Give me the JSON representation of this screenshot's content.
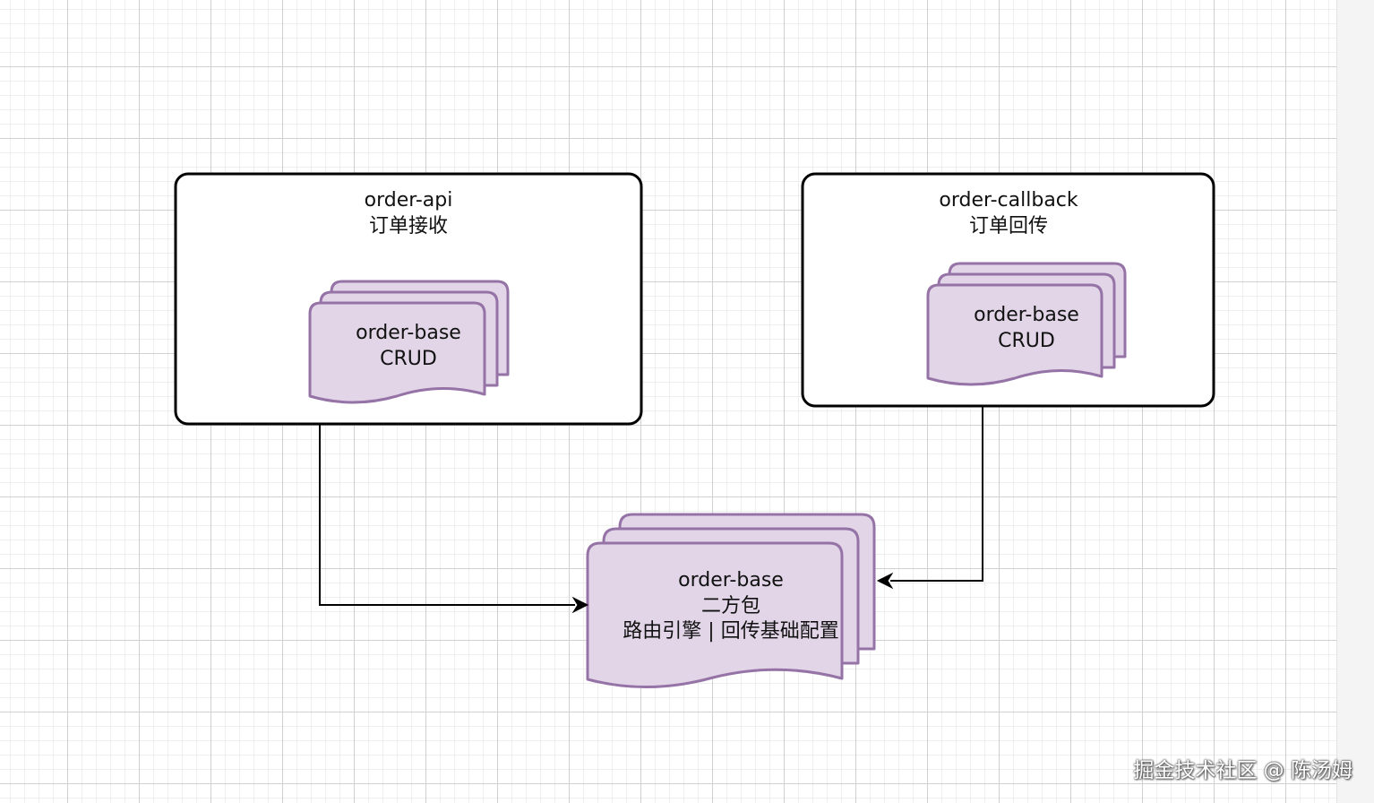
{
  "nodes": {
    "order_api": {
      "name": "order-api",
      "desc": "订单接收",
      "inner": {
        "name": "order-base",
        "desc": "CRUD"
      }
    },
    "order_callback": {
      "name": "order-callback",
      "desc": "订单回传",
      "inner": {
        "name": "order-base",
        "desc": "CRUD"
      }
    },
    "order_base": {
      "name": "order-base",
      "line2": "二方包",
      "line3": "路由引擎 | 回传基础配置"
    }
  },
  "edges": [
    {
      "from": "order-api",
      "to": "order-base"
    },
    {
      "from": "order-callback",
      "to": "order-base"
    }
  ],
  "colors": {
    "doc_fill": "#e1d5e7",
    "doc_stroke": "#9673a6",
    "box_stroke": "#000000"
  },
  "watermark": "掘金技术社区 @ 陈汤姆"
}
